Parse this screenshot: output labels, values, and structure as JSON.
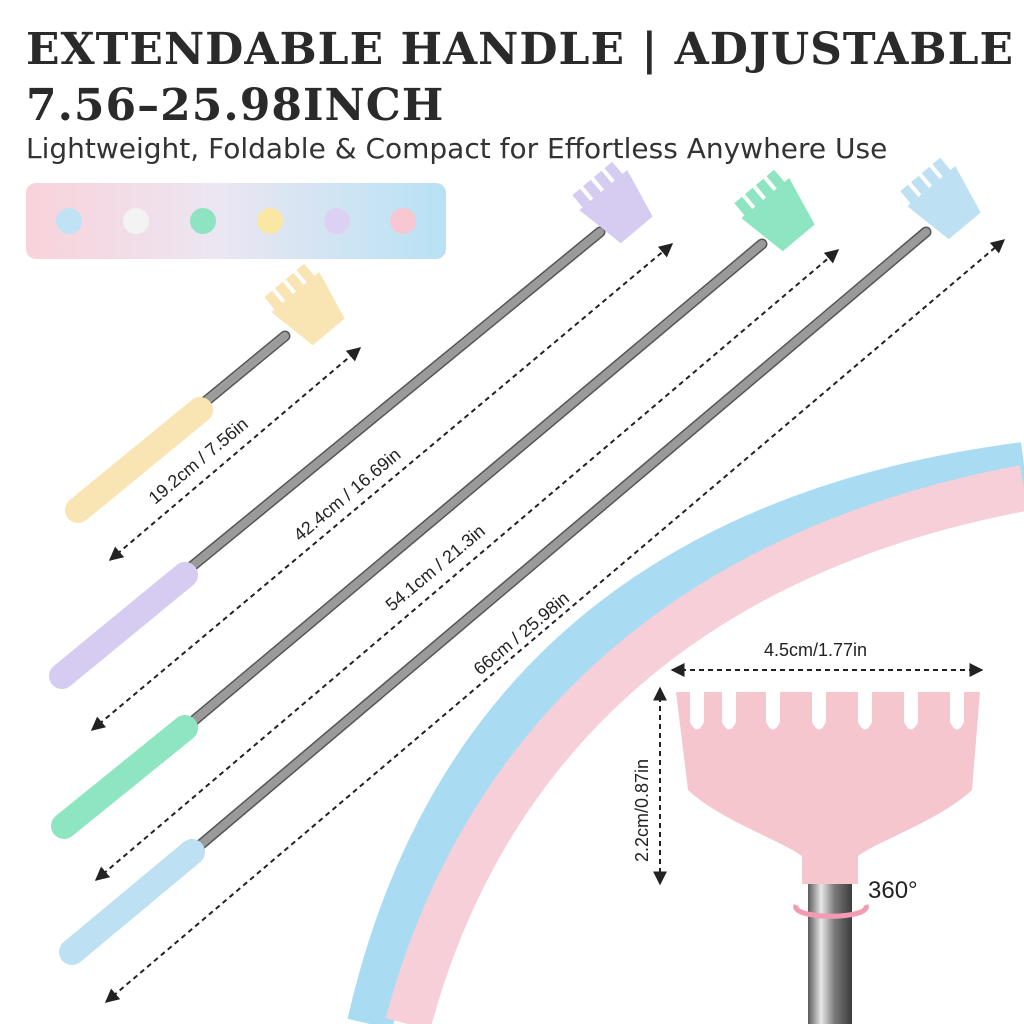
{
  "header": {
    "title_line1": "EXTENDABLE HANDLE | ADJUSTABLE",
    "title_line2": "7.56–25.98INCH",
    "subtitle": "Lightweight, Foldable & Compact for Effortless Anywhere Use"
  },
  "color_options": [
    {
      "name": "blue",
      "hex": "#bfe3f5"
    },
    {
      "name": "white",
      "hex": "#f3f3f3"
    },
    {
      "name": "green",
      "hex": "#8ee3c2"
    },
    {
      "name": "yellow",
      "hex": "#fbe7a4"
    },
    {
      "name": "purple",
      "hex": "#dcd1f3"
    },
    {
      "name": "pink",
      "hex": "#f8c8d2"
    }
  ],
  "scratchers": [
    {
      "label": "19.2cm / 7.56in",
      "color": "#f9e5b3"
    },
    {
      "label": "42.4cm / 16.69in",
      "color": "#d6ccf2"
    },
    {
      "label": "54.1cm / 21.3in",
      "color": "#8de5c1"
    },
    {
      "label": "66cm / 25.98in",
      "color": "#bee0f3"
    }
  ],
  "head_detail": {
    "width_label": "4.5cm/1.77in",
    "height_label": "2.2cm/0.87in",
    "rotation_label": "360°",
    "color": "#f6c6cf"
  }
}
